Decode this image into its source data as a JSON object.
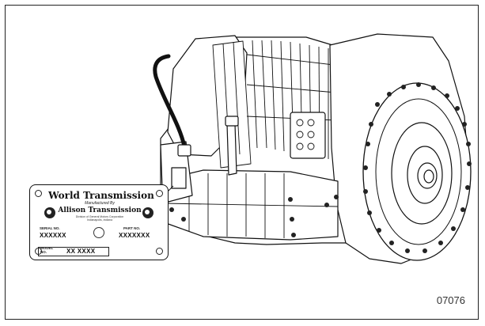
{
  "figure": {
    "number": "07076"
  },
  "plate": {
    "title": "World Transmission",
    "manufactured_by": "Manufactured By",
    "brand": "Allison Transmission",
    "fine_print_1": "Division of General Motors Corporation",
    "fine_print_2": "Indianapolis, Indiana",
    "serial_label": "SERIAL NO.",
    "serial_value": "XXXXXX",
    "part_label": "PART NO.",
    "part_value": "XXXXXXX",
    "model_label_1": "MODEL",
    "model_label_2": "NO.",
    "model_value": "XX XXXX"
  }
}
